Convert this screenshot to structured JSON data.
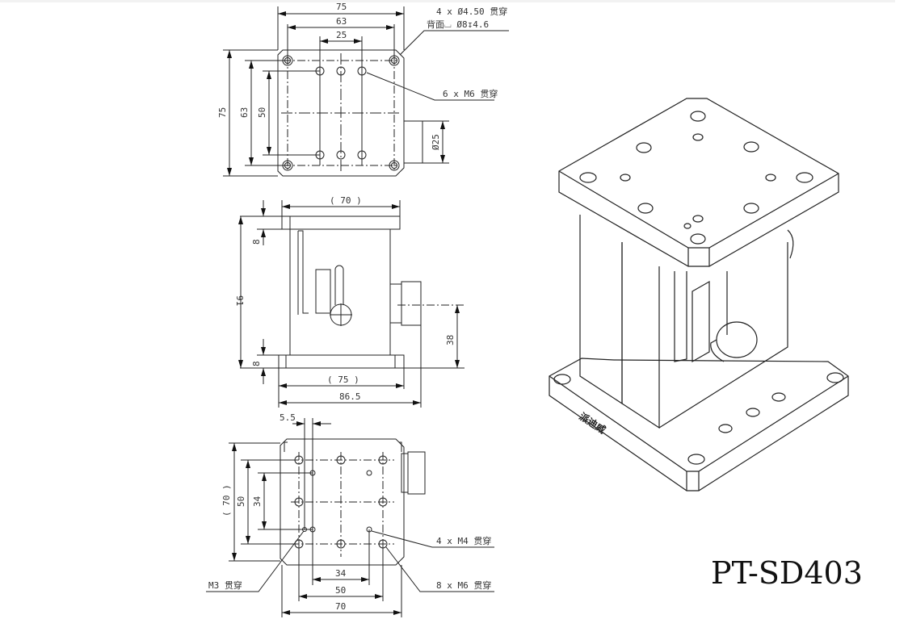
{
  "drawing": {
    "model_label": "PT-SD403",
    "brand_engraving": "派迪威",
    "top_view": {
      "dim_width_75": "75",
      "dim_width_63": "63",
      "dim_width_25": "25",
      "dim_height_75": "75",
      "dim_height_63": "63",
      "dim_height_50": "50",
      "dim_knob_dia": "Ø25",
      "note_mount_holes_line1": "4 x Ø4.50 贯穿",
      "note_mount_holes_line2": "背面⌴ Ø8↧4.6",
      "note_threaded_holes": "6 x M6 贯穿"
    },
    "front_view": {
      "dim_top_width": "( 70 )",
      "dim_top_plate": "8",
      "dim_total_height": "91",
      "dim_bottom_plate": "8",
      "dim_knob_height": "38",
      "dim_base_width": "( 75 )",
      "dim_overall_width": "86.5"
    },
    "bottom_view": {
      "dim_offset": "5.5",
      "dim_height_70": "( 70 )",
      "dim_height_50": "50",
      "dim_height_34": "34",
      "dim_width_34": "34",
      "dim_width_50": "50",
      "dim_width_70": "70",
      "note_m4": "4 x M4 贯穿",
      "note_m3": "M3 贯穿",
      "note_m6": "8 x M6 贯穿"
    }
  }
}
